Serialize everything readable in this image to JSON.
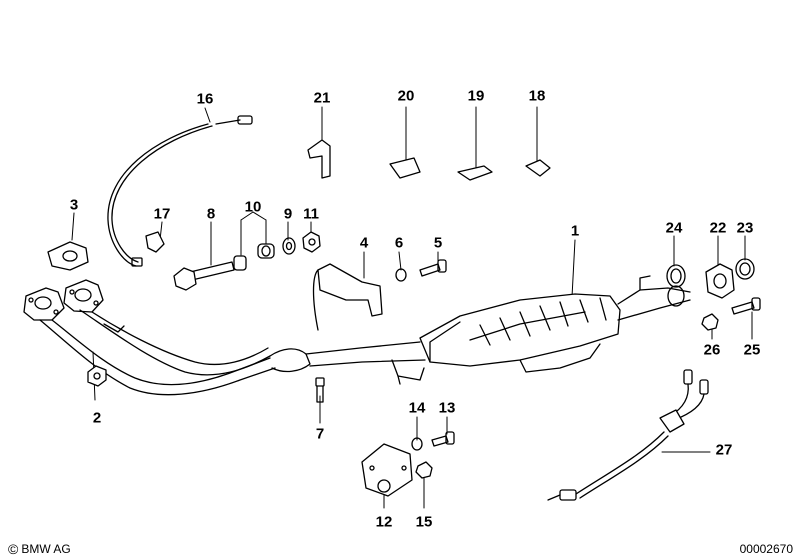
{
  "diagram": {
    "callouts": [
      "1",
      "2",
      "3",
      "4",
      "5",
      "6",
      "7",
      "8",
      "9",
      "10",
      "11",
      "12",
      "13",
      "14",
      "15",
      "16",
      "17",
      "18",
      "19",
      "20",
      "21",
      "22",
      "23",
      "24",
      "25",
      "26",
      "27"
    ]
  },
  "footer": {
    "copyright_symbol": "©",
    "brand": "BMW AG",
    "document_number": "00002670"
  }
}
